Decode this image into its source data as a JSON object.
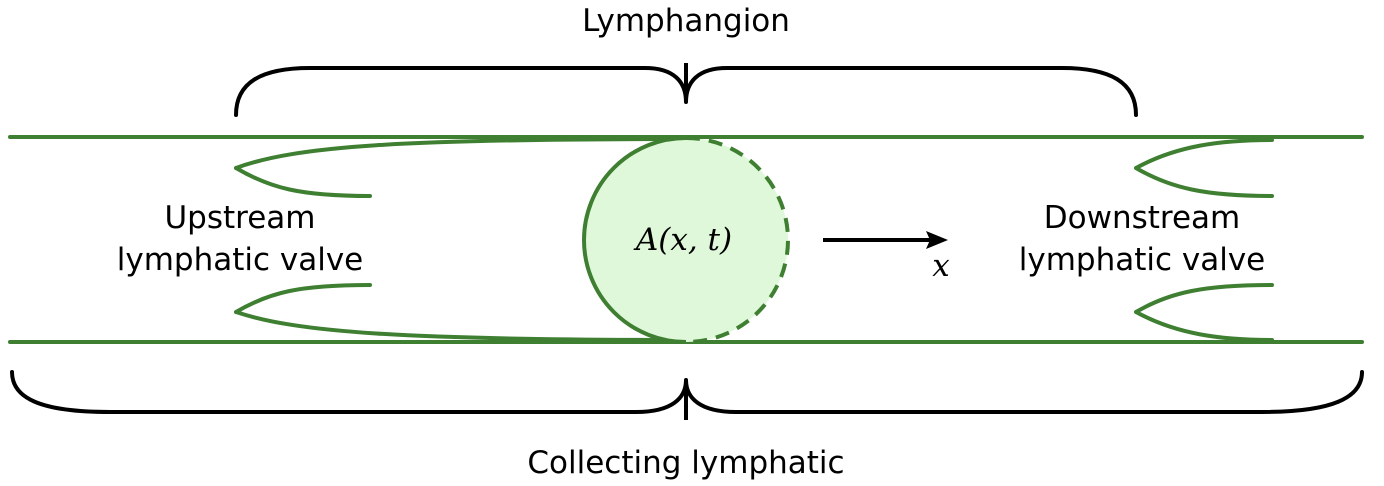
{
  "labels": {
    "lymphangion": "Lymphangion",
    "collecting_lymphatic": "Collecting lymphatic",
    "upstream_valve": [
      "Upstream",
      "lymphatic valve"
    ],
    "downstream_valve": [
      "Downstream",
      "lymphatic valve"
    ],
    "area_symbol": "A(x, t)",
    "axis_symbol": "x"
  },
  "colors": {
    "vessel": "#3f7f32",
    "cross_section_fill": "#dff8d9",
    "bracket": "#000000",
    "text": "#000000"
  }
}
